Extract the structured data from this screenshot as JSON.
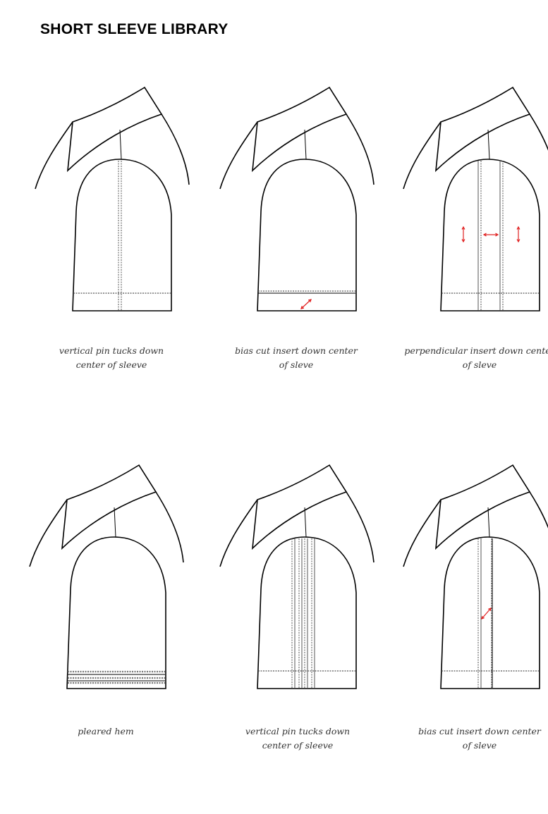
{
  "page": {
    "title": "SHORT SLEEVE LIBRARY"
  },
  "colors": {
    "line": "#000000",
    "stitch": "#555555",
    "arrow": "#e02020"
  },
  "sleeves": [
    {
      "type": "center-pin-tucks",
      "caption": [
        "vertical pin tucks down",
        "center of sleeve"
      ]
    },
    {
      "type": "bias-hem-insert",
      "caption": [
        "bias cut insert down center",
        "of sleve"
      ]
    },
    {
      "type": "perpendicular-insert",
      "caption": [
        "perpendicular insert down center",
        "of sleve"
      ]
    },
    {
      "type": "pleated-hem",
      "caption": [
        "pleared hem",
        ""
      ]
    },
    {
      "type": "multi-pin-tucks",
      "caption": [
        "vertical pin tucks down",
        "center of sleeve"
      ]
    },
    {
      "type": "bias-center-insert",
      "caption": [
        "bias cut insert down center",
        "of sleve"
      ]
    }
  ]
}
